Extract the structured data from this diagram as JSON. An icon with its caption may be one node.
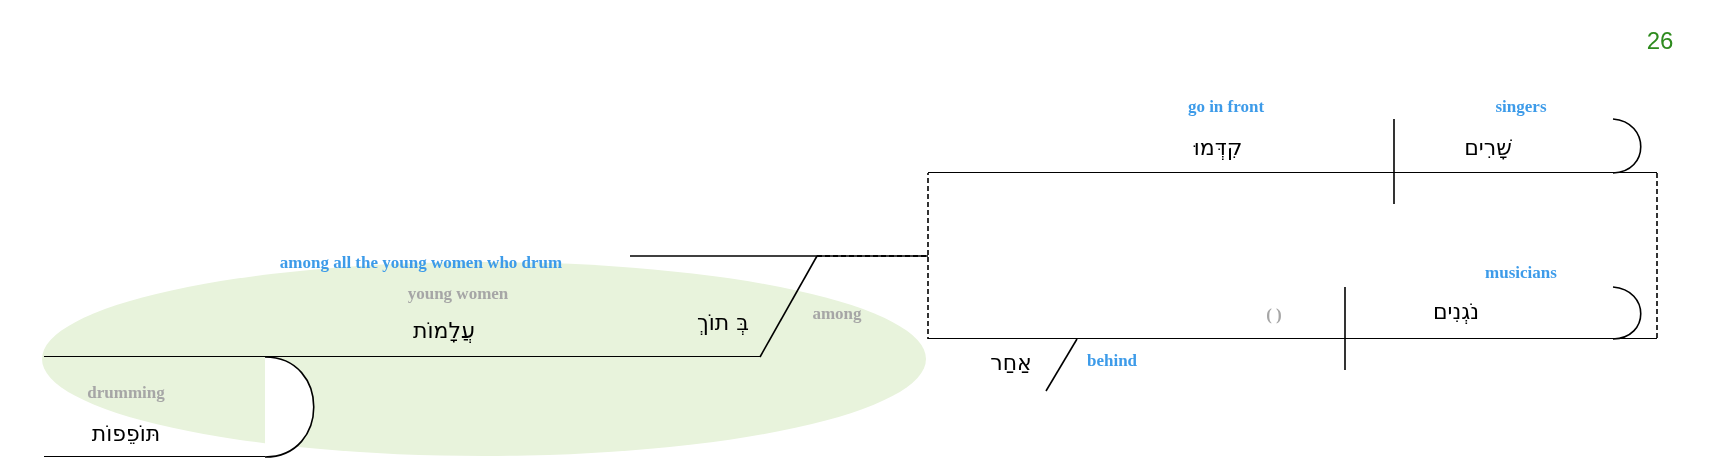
{
  "diagram": {
    "nodes": [
      {
        "text": [
          "singers",
          "שָׁרִים"
        ]
      },
      {
        "text": [
          "go in front",
          "קִדְּמוּ"
        ]
      },
      {
        "text": [
          "musicians",
          "נֹגְנִים"
        ]
      },
      {
        "text": [
          "( )"
        ]
      },
      {
        "text": [
          "אַחַר"
        ]
      },
      {
        "text": [
          "בְּ תוֹךְ"
        ],
        "beside": [
          "among"
        ]
      },
      {
        "text": [
          "young women",
          "עֲלָמוֹת"
        ]
      },
      {
        "text": [
          "drumming",
          "תּוֹפֵפוֹת"
        ]
      }
    ],
    "edges": [
      {
        "from": 0,
        "to": 1,
        "arrow": "none"
      },
      {
        "from": 2,
        "to": 3,
        "arrow": "none"
      },
      {
        "from": 4,
        "to": 3,
        "arrow": "none"
      },
      {
        "from": 6,
        "to": 5,
        "arrow": "none"
      },
      {
        "from": 7,
        "to": 6,
        "arrow": "none"
      },
      {
        "from": 5,
        "to": 1,
        "arrow": "none",
        "style": "dashed"
      },
      {
        "from": 5,
        "to": 3,
        "arrow": "none",
        "style": "dashed"
      }
    ],
    "labels": [
      "26",
      "among all the young women who drum",
      "behind"
    ]
  }
}
